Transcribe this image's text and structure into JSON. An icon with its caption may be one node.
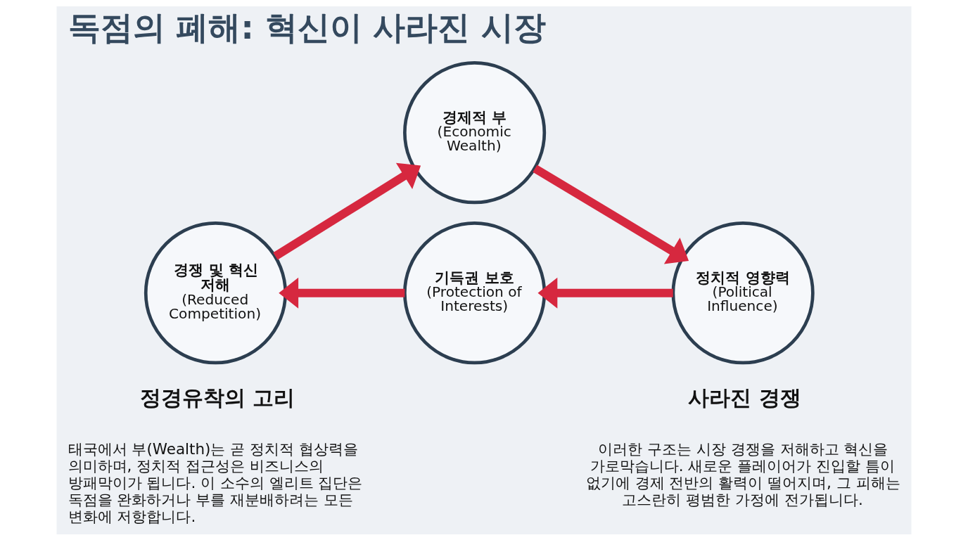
{
  "diagram": {
    "title": "독점의 폐해: 혁신이 사라진 시장",
    "nodes": [
      {
        "text": [
          "경제적 부",
          "(Economic Wealth)"
        ]
      },
      {
        "text": [
          "정치적 영향력",
          "(Political Influence)"
        ]
      },
      {
        "text": [
          "기득권 보호",
          "(Protection of Interests)"
        ]
      },
      {
        "text": [
          "경쟁 및 혁신 저해",
          "(Reduced Competition)"
        ]
      }
    ],
    "edges": [
      {
        "from": 0,
        "to": 1,
        "arrow": "to"
      },
      {
        "from": 1,
        "to": 2,
        "arrow": "to"
      },
      {
        "from": 2,
        "to": 3,
        "arrow": "to"
      },
      {
        "from": 3,
        "to": 0,
        "arrow": "to"
      }
    ],
    "labels": [
      "정경유착의 고리",
      "태국에서 부(Wealth)는 곧 정치적 협상력을 의미하며, 정치적 접근성은 비즈니스의 방패막이가 됩니다. 이 소수의 엘리트 집단은 독점을 완화하거나 부를 재분배하려는 모든 변화에 저항합니다.",
      "사라진 경쟁",
      "이러한 구조는 시장 경쟁을 저해하고 혁신을 가로막습니다. 새로운 플레이어가 진입할 틈이 없기에 경제 전반의 활력이 떨어지며, 그 피해는 고스란히 평범한 가정에 전가됩니다."
    ]
  }
}
